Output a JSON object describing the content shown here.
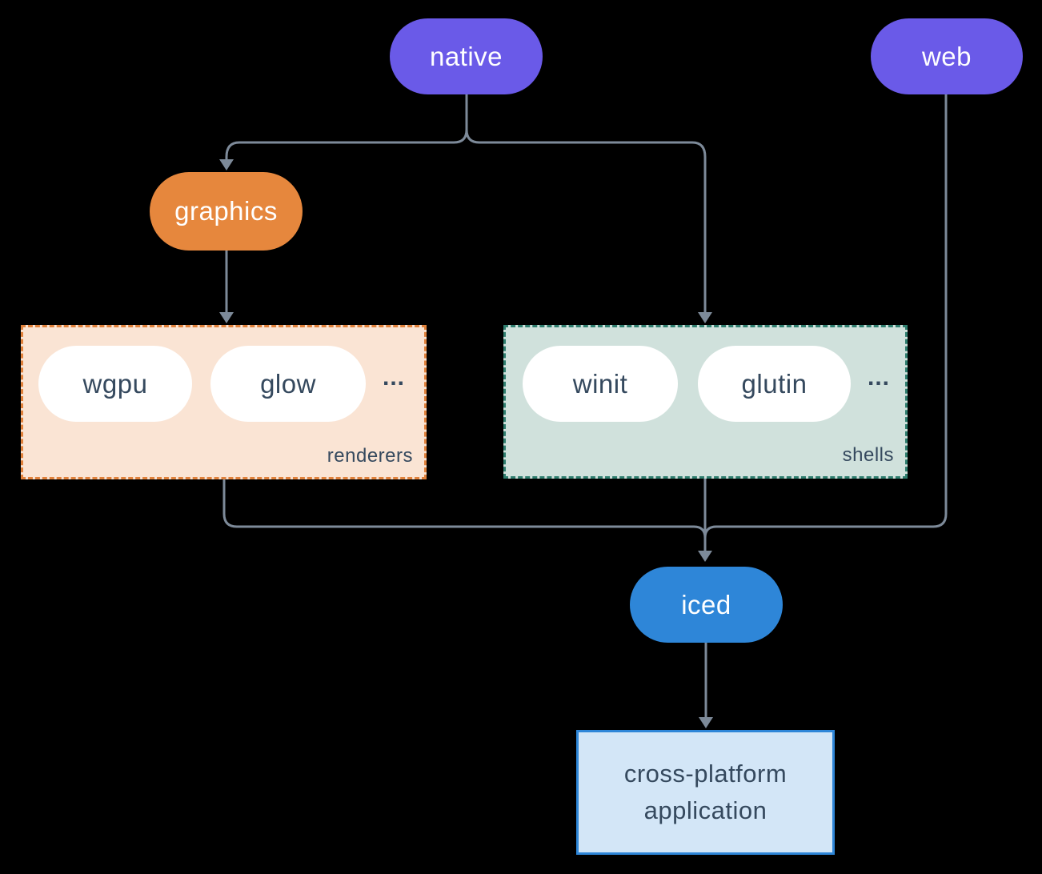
{
  "nodes": {
    "native": {
      "label": "native"
    },
    "web": {
      "label": "web"
    },
    "graphics": {
      "label": "graphics"
    },
    "iced": {
      "label": "iced"
    },
    "wgpu": {
      "label": "wgpu"
    },
    "glow": {
      "label": "glow"
    },
    "winit": {
      "label": "winit"
    },
    "glutin": {
      "label": "glutin"
    },
    "app": {
      "label": "cross-platform application"
    }
  },
  "groups": {
    "renderers": {
      "label": "renderers",
      "ellipsis": "..."
    },
    "shells": {
      "label": "shells",
      "ellipsis": "..."
    }
  },
  "edges": [
    {
      "from": "native",
      "to": "graphics"
    },
    {
      "from": "native",
      "to": "shells"
    },
    {
      "from": "graphics",
      "to": "renderers"
    },
    {
      "from": "renderers",
      "to": "iced"
    },
    {
      "from": "shells",
      "to": "iced"
    },
    {
      "from": "web",
      "to": "iced"
    },
    {
      "from": "iced",
      "to": "app"
    }
  ],
  "colors": {
    "background": "#000000",
    "purple": "#6A5AE8",
    "orange": "#E6873D",
    "blue": "#2E86D8",
    "pill_bg": "#FFFFFF",
    "renderers_bg": "#FAE4D4",
    "renderers_border": "#E0813B",
    "shells_bg": "#D0E1DC",
    "shells_border": "#2F7E6F",
    "app_bg": "#D3E6F7",
    "app_border": "#2E86D8",
    "text_dark": "#35495E",
    "text_light": "#FFFFFF",
    "line": "#7D8A99"
  }
}
